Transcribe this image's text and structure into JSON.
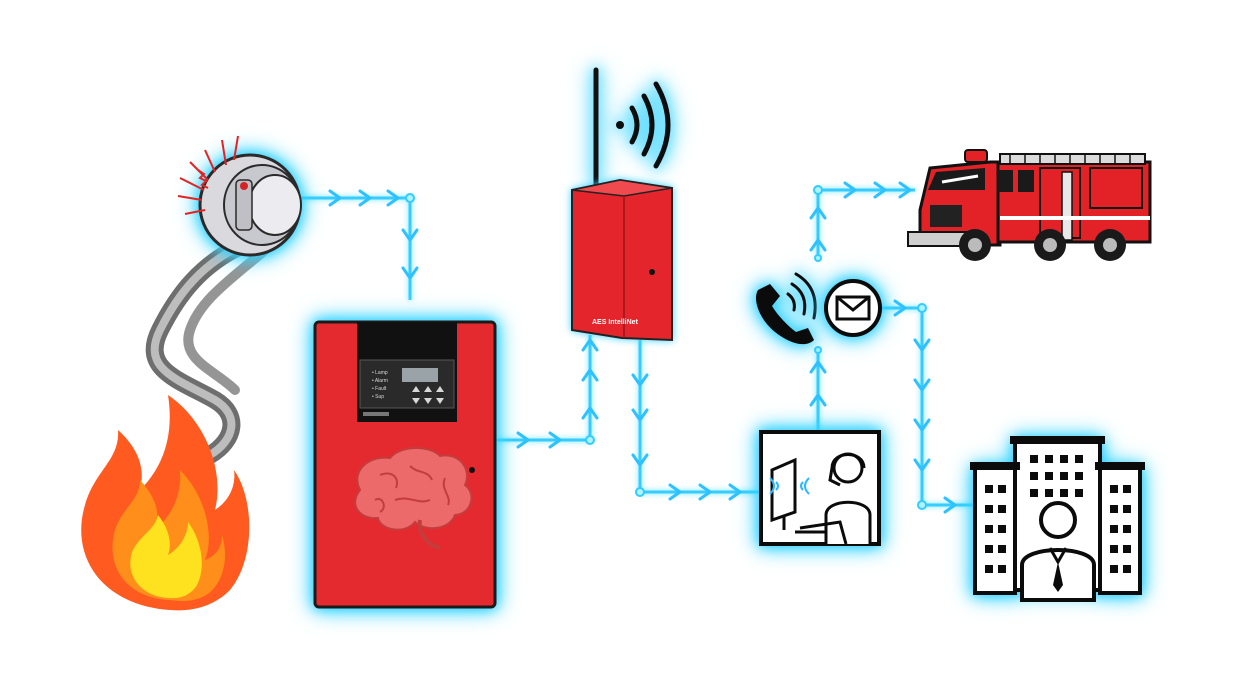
{
  "diagram": {
    "transmitter_brand": "AES IntelliNet",
    "panel_led_labels": [
      "• Lamp",
      "• Alarm",
      "• Fault",
      "• Sup"
    ],
    "colors": {
      "connector": "#36ccff",
      "panel_red": "#e52a2f",
      "device_red": "#e4262c",
      "flame_outer": "#ff5a1f",
      "flame_inner": "#ffe21f",
      "outline": "#0b1a2b"
    },
    "icons": [
      "smoke-detector-icon",
      "smoke-icon",
      "fire-icon",
      "fire-alarm-panel-icon",
      "brain-icon",
      "radio-transmitter-icon",
      "antenna-icon",
      "wireless-signal-icon",
      "monitoring-operator-icon",
      "phone-icon",
      "email-icon",
      "fire-truck-icon",
      "building-manager-icon"
    ]
  }
}
